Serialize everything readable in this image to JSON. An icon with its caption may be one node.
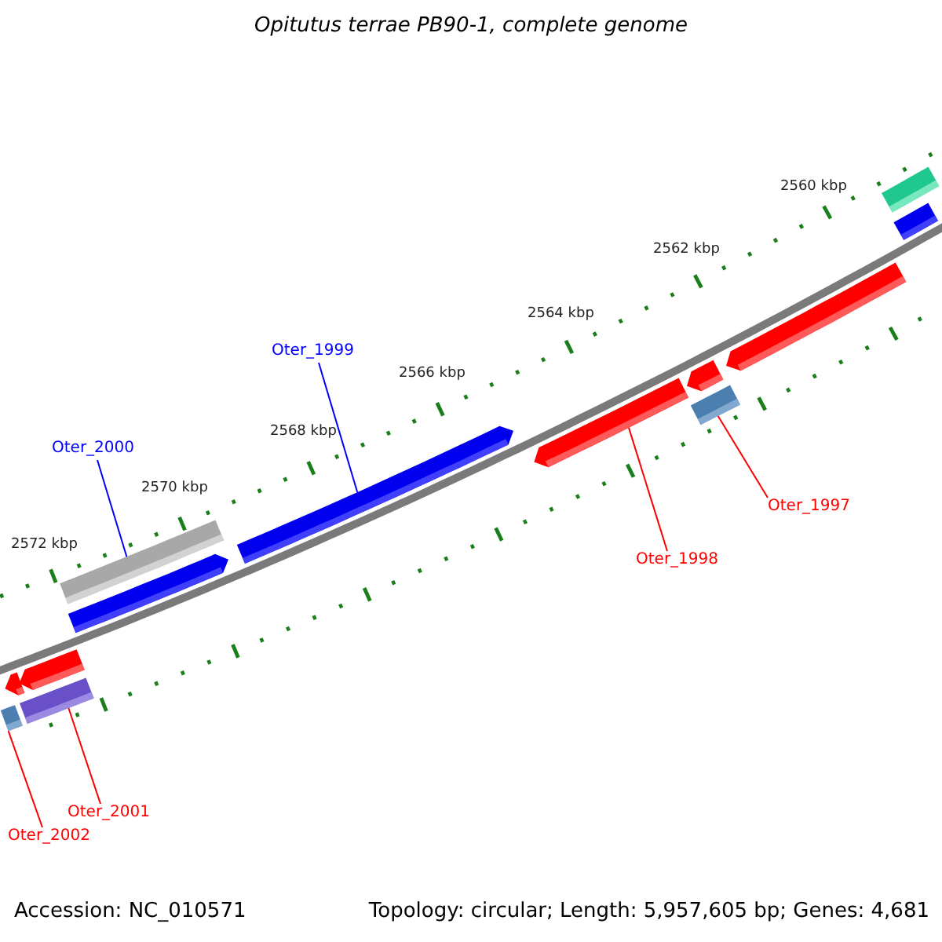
{
  "diagram": {
    "title": "Opitutus terrae PB90-1, complete genome",
    "nodes": [
      {
        "text": [
          "Oter_2000"
        ]
      },
      {
        "text": [
          "Oter_1999"
        ]
      },
      {
        "text": [
          "Oter_1998"
        ]
      },
      {
        "text": [
          "Oter_1997"
        ]
      },
      {
        "text": [
          "Oter_2001"
        ]
      },
      {
        "text": [
          "Oter_2002"
        ]
      },
      {
        "text": [],
        "shape": "bar"
      },
      {
        "text": [],
        "shape": "bar"
      },
      {
        "text": [],
        "shape": "bar"
      },
      {
        "text": [],
        "shape": "bar"
      },
      {
        "text": [],
        "shape": "bar"
      },
      {
        "text": [],
        "shape": "bar"
      },
      {
        "text": [],
        "shape": "bar"
      },
      {
        "text": [],
        "shape": "bar"
      },
      {
        "text": [],
        "shape": "bar"
      },
      {
        "text": [],
        "shape": "bar"
      },
      {
        "text": [],
        "shape": "bar"
      },
      {
        "text": [],
        "shape": "bar"
      },
      {
        "text": [],
        "shape": "bar"
      }
    ],
    "edges": [
      {
        "from": 0,
        "to": 11,
        "arrow": "none",
        "color": "#0000ff"
      },
      {
        "from": 1,
        "to": 12,
        "arrow": "none",
        "color": "#0000ff"
      },
      {
        "from": 2,
        "to": 13,
        "arrow": "none"
      },
      {
        "from": 3,
        "to": 14,
        "arrow": "none"
      },
      {
        "from": 4,
        "to": 8,
        "arrow": "none"
      },
      {
        "from": 5,
        "to": 7,
        "arrow": "none"
      }
    ],
    "labels": [
      "2560 kbp",
      "2562 kbp",
      "2564 kbp",
      "2566 kbp",
      "2568 kbp",
      "2570 kbp",
      "2572 kbp",
      "Accession: NC_010571",
      "Topology: circular; Length: 5,957,605 bp; Genes: 4,681"
    ]
  }
}
